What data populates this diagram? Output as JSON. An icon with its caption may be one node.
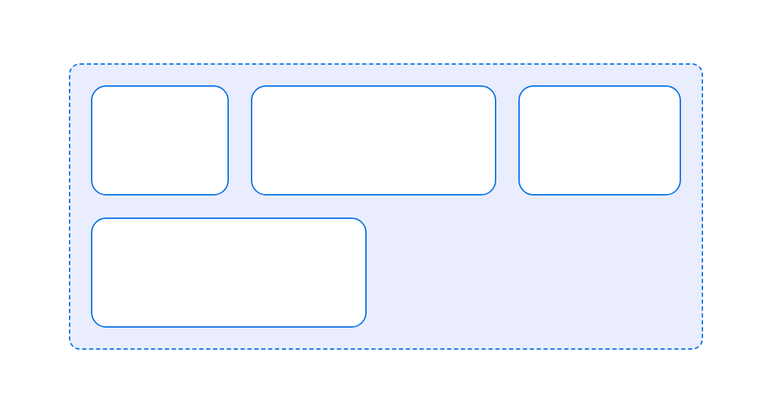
{
  "diagram": {
    "nodes": [
      {
        "text": [],
        "shape": "box"
      },
      {
        "text": [],
        "shape": "box",
        "in": 0
      },
      {
        "text": [],
        "shape": "box",
        "in": 0
      },
      {
        "text": [],
        "shape": "box",
        "in": 0
      },
      {
        "text": [],
        "shape": "box",
        "in": 0
      }
    ]
  }
}
